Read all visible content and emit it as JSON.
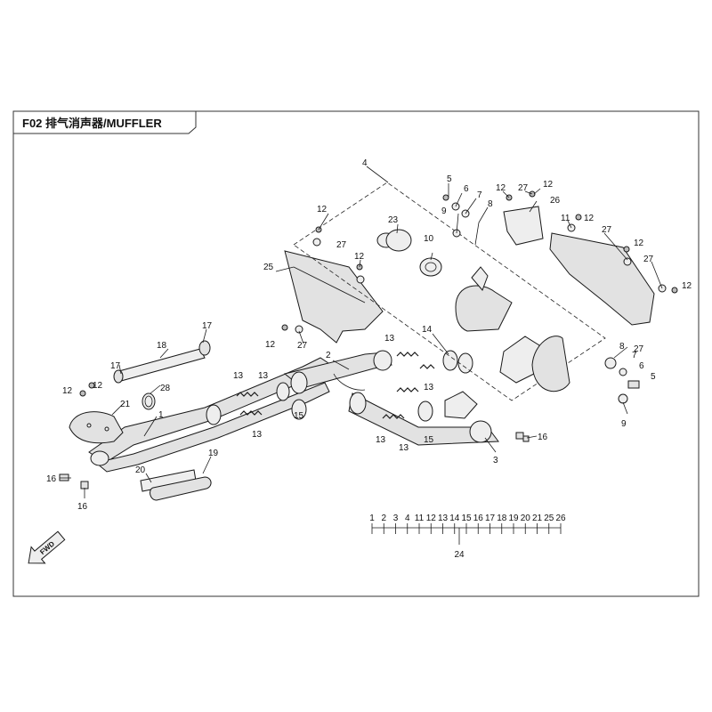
{
  "title": "F02 排气消声器/MUFFLER",
  "fwd_label": "FWD",
  "kit": {
    "label": "24",
    "items": [
      "1",
      "2",
      "3",
      "4",
      "11",
      "12",
      "13",
      "14",
      "15",
      "16",
      "17",
      "18",
      "19",
      "20",
      "21",
      "25",
      "26"
    ]
  },
  "callouts": {
    "c1": "1",
    "c2": "2",
    "c3": "3",
    "c4": "4",
    "c5a": "5",
    "c5b": "5",
    "c6a": "6",
    "c6b": "6",
    "c7a": "7",
    "c7b": "7",
    "c8a": "8",
    "c8b": "8",
    "c9a": "9",
    "c9b": "9",
    "c10": "10",
    "c11": "11",
    "c12a": "12",
    "c12b": "12",
    "c12c": "12",
    "c12d": "12",
    "c12e": "12",
    "c12f": "12",
    "c12g": "12",
    "c12h": "12",
    "c12i": "12",
    "c12j": "12",
    "c13a": "13",
    "c13b": "13",
    "c13c": "13",
    "c13d": "13",
    "c13e": "13",
    "c13f": "13",
    "c13g": "13",
    "c14": "14",
    "c15a": "15",
    "c15b": "15",
    "c16a": "16",
    "c16b": "16",
    "c16c": "16",
    "c17a": "17",
    "c17b": "17",
    "c18": "18",
    "c19": "19",
    "c20": "20",
    "c21": "21",
    "c23": "23",
    "c25": "25",
    "c26": "26",
    "c27a": "27",
    "c27b": "27",
    "c27c": "27",
    "c27d": "27",
    "c27e": "27",
    "c27f": "27",
    "c28": "28"
  }
}
